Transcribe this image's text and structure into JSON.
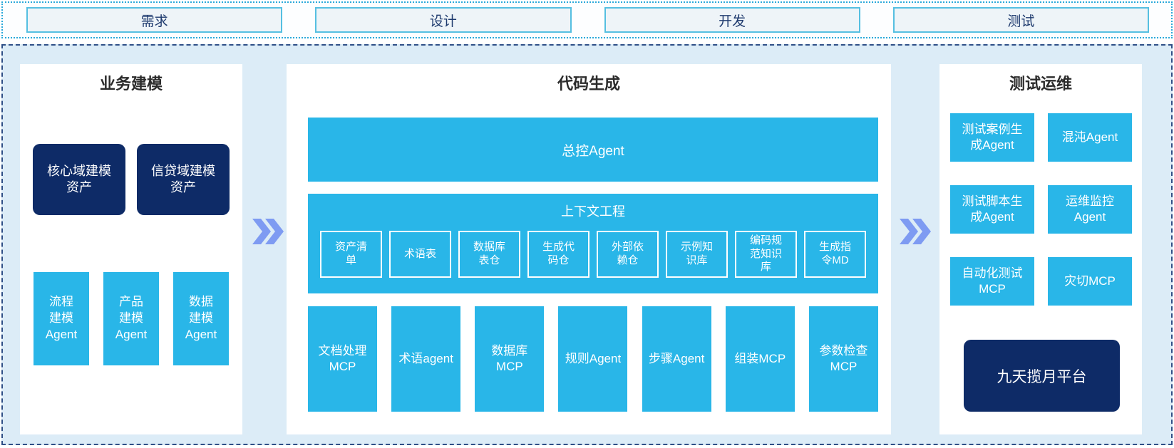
{
  "top_phases": [
    "需求",
    "设计",
    "开发",
    "测试"
  ],
  "business_modeling": {
    "title": "业务建模",
    "asset_boxes": [
      "核心域建模资产",
      "信贷域建模资产"
    ],
    "agent_boxes": [
      "流程建模Agent",
      "产品建模Agent",
      "数据建模Agent"
    ]
  },
  "code_generation": {
    "title": "代码生成",
    "master_agent": "总控Agent",
    "context_engineering": {
      "title": "上下文工程",
      "items": [
        "资产清单",
        "术语表",
        "数据库表仓",
        "生成代码仓",
        "外部依赖仓",
        "示例知识库",
        "编码规范知识库",
        "生成指令MD"
      ]
    },
    "mcp_agents": [
      "文档处理MCP",
      "术语agent",
      "数据库MCP",
      "规则Agent",
      "步骤Agent",
      "组装MCP",
      "参数检查MCP"
    ]
  },
  "test_ops": {
    "title": "测试运维",
    "boxes": [
      "测试案例生成Agent",
      "混沌Agent",
      "测试脚本生成Agent",
      "运维监控Agent",
      "自动化测试MCP",
      "灾切MCP"
    ],
    "platform": "九天揽月平台"
  },
  "colors": {
    "cyan": "#29b6e8",
    "navy": "#0e2b67",
    "container_bg": "#dcecf7",
    "dashed_border": "#2f4f87",
    "dotted_border": "#2ba9da",
    "phase_fill": "#eef4f8",
    "phase_border": "#55bfe1",
    "phase_text": "#1e3a6e",
    "arrow": "#7e9bf2"
  }
}
